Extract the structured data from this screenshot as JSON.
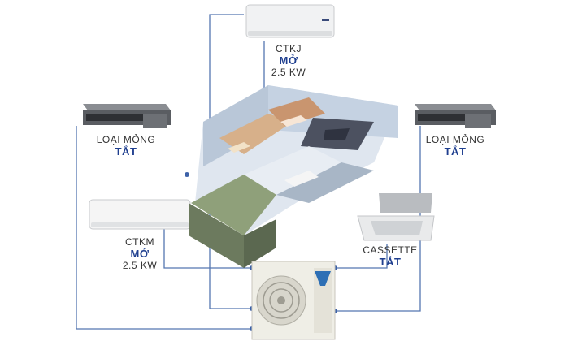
{
  "units": {
    "ctkj": {
      "name": "CTKJ",
      "state": "MỞ",
      "power": "2.5 KW"
    },
    "duct_left": {
      "name": "LOẠI MỎNG",
      "state": "TẮT"
    },
    "duct_right": {
      "name": "LOẠI MỎNG",
      "state": "TẮT"
    },
    "ctkm": {
      "name": "CTKM",
      "state": "MỞ",
      "power": "2.5 KW"
    },
    "cassette": {
      "name": "CASSETTE",
      "state": "TẮT"
    }
  },
  "colors": {
    "line": "#5576b0",
    "state": "#1f3f8f",
    "text": "#333333"
  }
}
